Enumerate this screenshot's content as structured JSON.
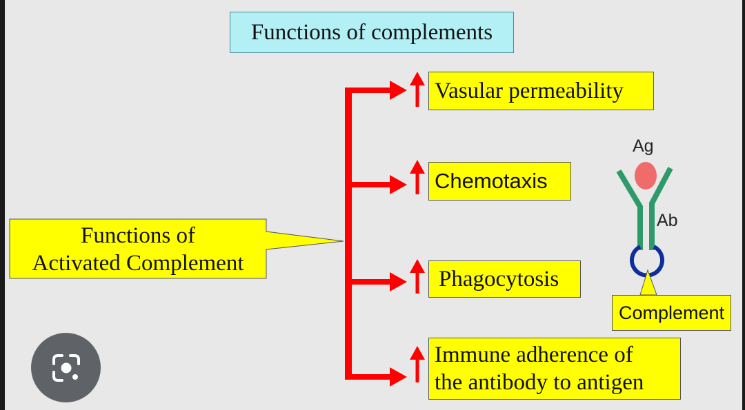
{
  "title": "Functions of complements",
  "source_label": [
    "Functions of",
    "Activated Complement"
  ],
  "functions": [
    {
      "label": "Vasular permeability"
    },
    {
      "label": "Chemotaxis"
    },
    {
      "label": "Phagocytosis"
    },
    {
      "label_lines": [
        "Immune adherence of",
        "the antibody to antigen"
      ]
    }
  ],
  "antibody_figure": {
    "antigen_label": "Ag",
    "antibody_label": "Ab",
    "complement_label": "Complement"
  },
  "colors": {
    "title_box": "#b3f0f6",
    "label_box": "#ffff00",
    "arrow": "#ff0000",
    "antibody": "#2e9a6a",
    "antigen": "#f06b6b",
    "complement_ring": "#0f2e9a"
  },
  "overlay": {
    "lens_button_icon": "google-lens-icon"
  }
}
